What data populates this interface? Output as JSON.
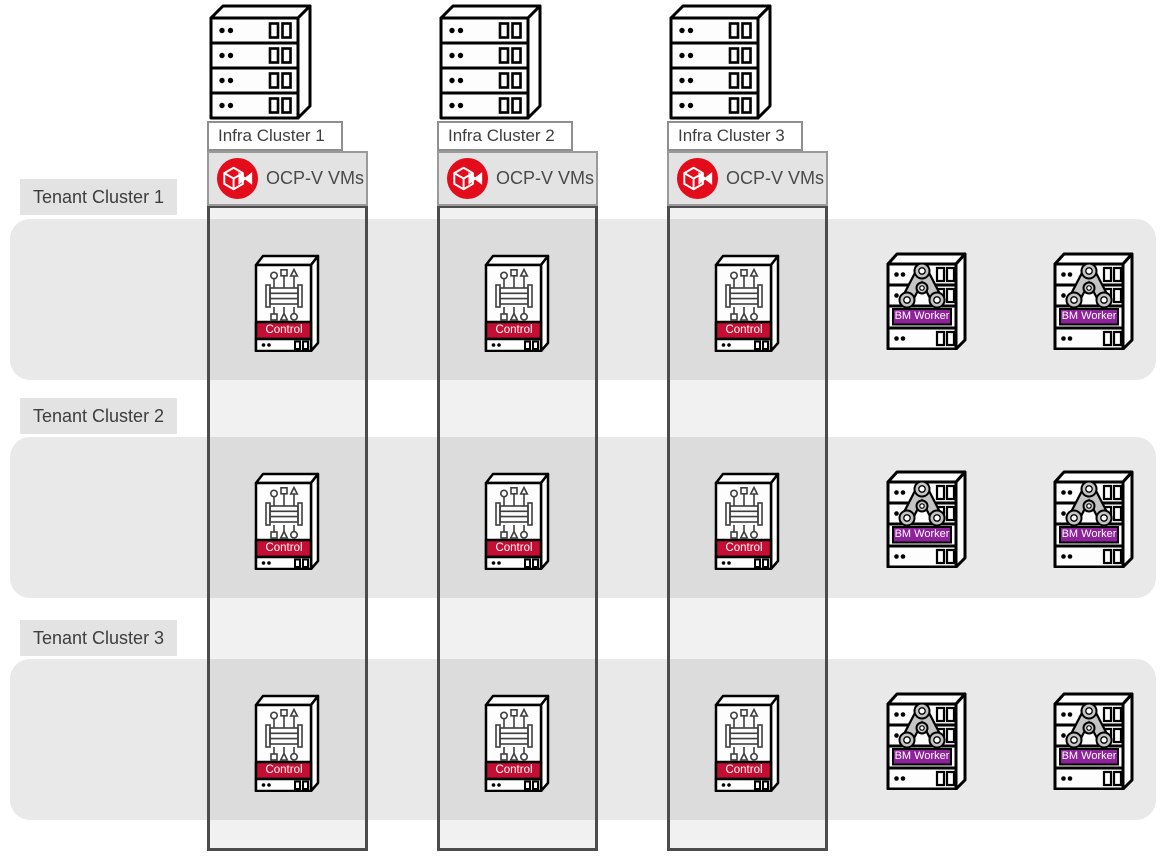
{
  "infra_clusters": [
    {
      "label": "Infra Cluster 1",
      "vm_header": "OCP-V VMs"
    },
    {
      "label": "Infra Cluster 2",
      "vm_header": "OCP-V VMs"
    },
    {
      "label": "Infra Cluster 3",
      "vm_header": "OCP-V VMs"
    }
  ],
  "tenant_clusters": [
    {
      "label": "Tenant Cluster 1"
    },
    {
      "label": "Tenant Cluster 2"
    },
    {
      "label": "Tenant Cluster 3"
    }
  ],
  "node_labels": {
    "control": "Control",
    "bm_worker": "BM Worker"
  },
  "icons": {
    "infra_server": "server-stack-icon",
    "control_node": "control-server-icon",
    "bm_worker_node": "bare-metal-server-icon",
    "ocpv_logo": "kubevirt-logo-icon"
  },
  "colors": {
    "logo_red": "#e40b1b",
    "control_band_red": "#c40e33",
    "bm_worker_purple": "#8d229a",
    "tenant_row_gray": "#e9e9e9",
    "column_border_gray": "#4c4c4c",
    "header_gray": "#e3e3e3",
    "text_gray": "#3e3e3e"
  }
}
